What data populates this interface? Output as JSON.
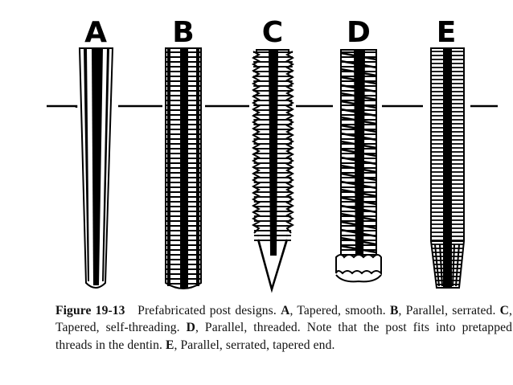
{
  "panels": [
    {
      "letter": "A",
      "design": "Tapered, smooth."
    },
    {
      "letter": "B",
      "design": "Parallel, serrated."
    },
    {
      "letter": "C",
      "design": "Tapered, self-threading."
    },
    {
      "letter": "D",
      "design": "Parallel, threaded."
    },
    {
      "letter": "E",
      "design": "Parallel, serrated, tapered end."
    }
  ],
  "caption": {
    "figure_number": "Figure 19-13",
    "intro": "Prefabricated post designs.",
    "note": "Note that the post fits into pretapped threads in the dentin."
  },
  "colors": {
    "ink": "#000000",
    "paper": "#ffffff"
  }
}
